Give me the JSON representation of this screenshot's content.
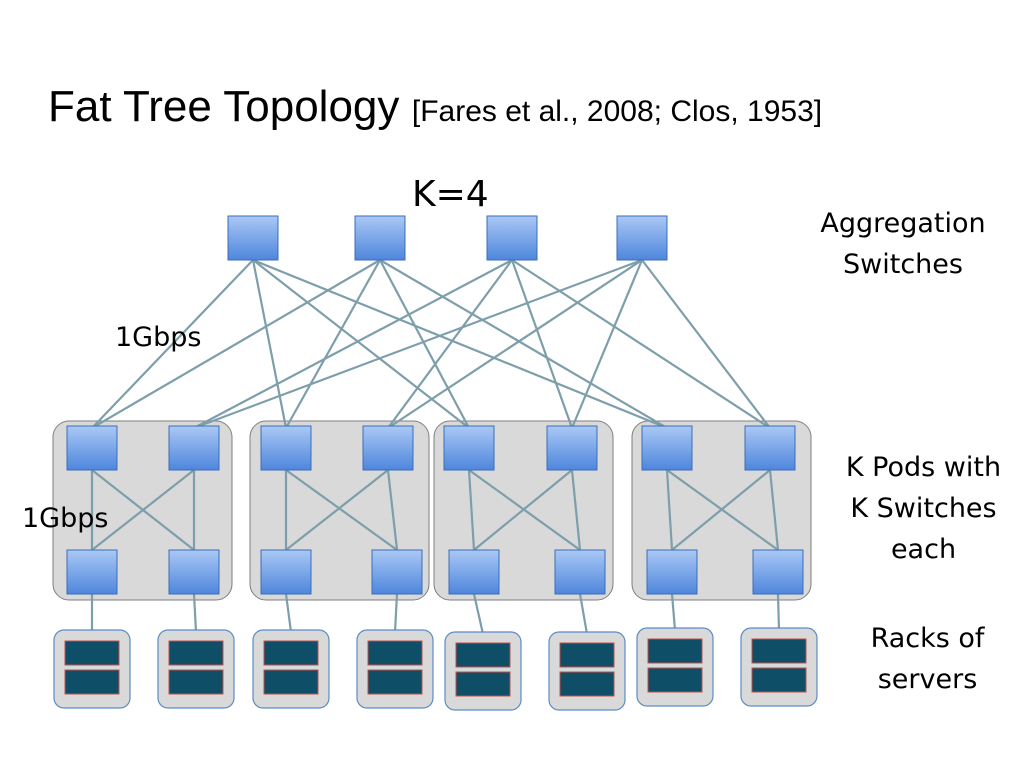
{
  "title": {
    "main": "Fat Tree Topology",
    "citation": "[Fares et al., 2008; Clos, 1953]"
  },
  "diagram": {
    "k_label": "K=4",
    "aggregation_label": [
      "Aggregation",
      "Switches"
    ],
    "pods_label": [
      "K Pods  with",
      "K Switches",
      "each"
    ],
    "racks_label": [
      "Racks of",
      "servers"
    ],
    "core_link_speed": "1Gbps",
    "pod_link_speed": "1Gbps",
    "k": 4,
    "core_switch_count": 4,
    "pod_count": 4,
    "switches_per_pod": 4,
    "rack_count": 8,
    "colors": {
      "switch_fill_top": "#a9c8f5",
      "switch_fill_bottom": "#4f86dc",
      "switch_stroke": "#3a6db8",
      "link": "#7d9eab",
      "pod_fill": "#d9d9d9",
      "pod_stroke": "#7f7f7f",
      "rack_fill": "#d9d9d9",
      "rack_stroke": "#5b8cc9",
      "server_fill": "#0e4e66",
      "server_stroke": "#c0504d"
    }
  }
}
